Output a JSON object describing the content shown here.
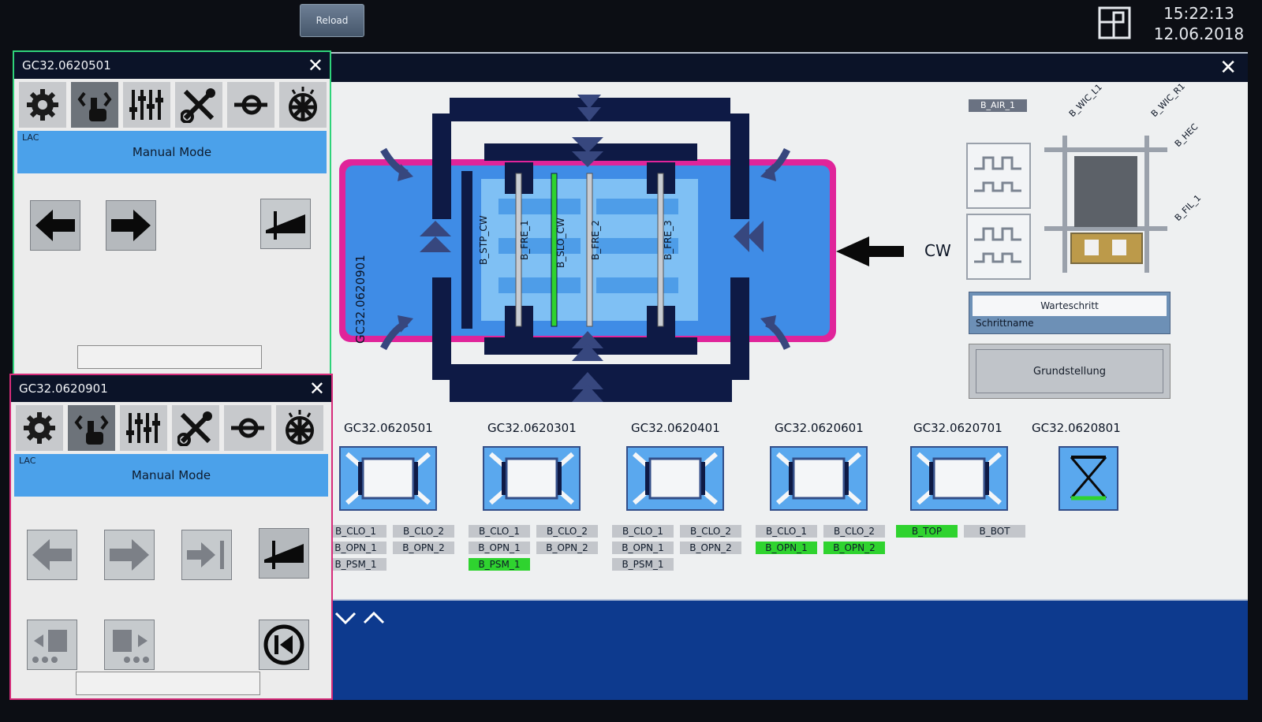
{
  "topbar": {
    "reload_label": "Reload",
    "time": "15:22:13",
    "date": "12.06.2018"
  },
  "main": {
    "close_label": "✕",
    "diagram": {
      "station_id": "GC32.0620901",
      "sensor_labels": [
        "B_STP_CW",
        "B_FRE_1",
        "B_SLO_CW",
        "B_FRE_2",
        "B_FRE_3"
      ],
      "direction_label": "CW",
      "air_label": "B_AIR_1",
      "right_labels": [
        "B_WIC_L1",
        "B_WIC_R1",
        "B_HEC",
        "B_FIL_1"
      ],
      "step_title": "Warteschritt",
      "step_name": "Schrittname",
      "home_label": "Grundstellung"
    },
    "stations": [
      {
        "id": "GC32.0620501",
        "sensors": [
          {
            "t": "B_CLO_1",
            "on": false
          },
          {
            "t": "B_CLO_2",
            "on": false
          },
          {
            "t": "B_OPN_1",
            "on": false
          },
          {
            "t": "B_OPN_2",
            "on": false
          },
          {
            "t": "B_PSM_1",
            "on": false
          }
        ]
      },
      {
        "id": "GC32.0620301",
        "sensors": [
          {
            "t": "B_CLO_1",
            "on": false
          },
          {
            "t": "B_CLO_2",
            "on": false
          },
          {
            "t": "B_OPN_1",
            "on": false
          },
          {
            "t": "B_OPN_2",
            "on": false
          },
          {
            "t": "B_PSM_1",
            "on": true
          }
        ]
      },
      {
        "id": "GC32.0620401",
        "sensors": [
          {
            "t": "B_CLO_1",
            "on": false
          },
          {
            "t": "B_CLO_2",
            "on": false
          },
          {
            "t": "B_OPN_1",
            "on": false
          },
          {
            "t": "B_OPN_2",
            "on": false
          },
          {
            "t": "B_PSM_1",
            "on": false
          }
        ]
      },
      {
        "id": "GC32.0620601",
        "sensors": [
          {
            "t": "B_CLO_1",
            "on": false
          },
          {
            "t": "B_CLO_2",
            "on": false
          },
          {
            "t": "B_OPN_1",
            "on": true
          },
          {
            "t": "B_OPN_2",
            "on": true
          }
        ]
      },
      {
        "id": "GC32.0620701",
        "sensors": [
          {
            "t": "B_TOP",
            "on": true
          },
          {
            "t": "B_BOT",
            "on": false
          }
        ]
      },
      {
        "id": "GC32.0620801",
        "sensors": []
      }
    ]
  },
  "windows": [
    {
      "title": "GC32.0620501",
      "close_label": "✕",
      "lac": "LAC",
      "mode": "Manual Mode"
    },
    {
      "title": "GC32.0620901",
      "close_label": "✕",
      "lac": "LAC",
      "mode": "Manual Mode"
    }
  ],
  "colors": {
    "accent": "#4ba1ea",
    "frame": "#0b1328",
    "active": "#2fd32f",
    "pink": "#e0249a"
  }
}
